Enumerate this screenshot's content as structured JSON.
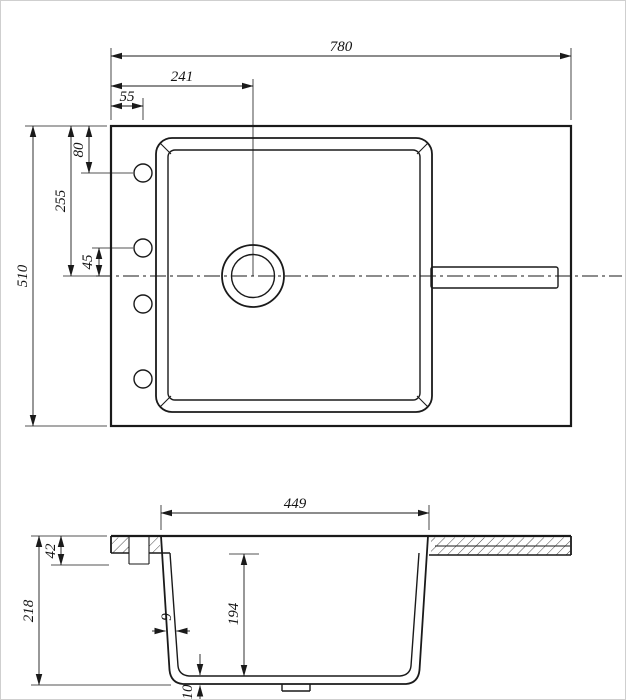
{
  "top_view": {
    "width": "780",
    "drain_from_left": "241",
    "holes_from_left": "55",
    "depth": "510",
    "hole_row_from_top": "80",
    "center_from_top": "255",
    "hole_to_center": "45"
  },
  "section_view": {
    "bowl_width": "449",
    "rim_height": "42",
    "overall_height": "218",
    "bowl_depth": "194",
    "wall_thickness": "9",
    "bottom_thickness": "10"
  },
  "colors": {
    "line": "#1a1a1a",
    "background": "#ffffff",
    "border": "#cfcfcf"
  }
}
